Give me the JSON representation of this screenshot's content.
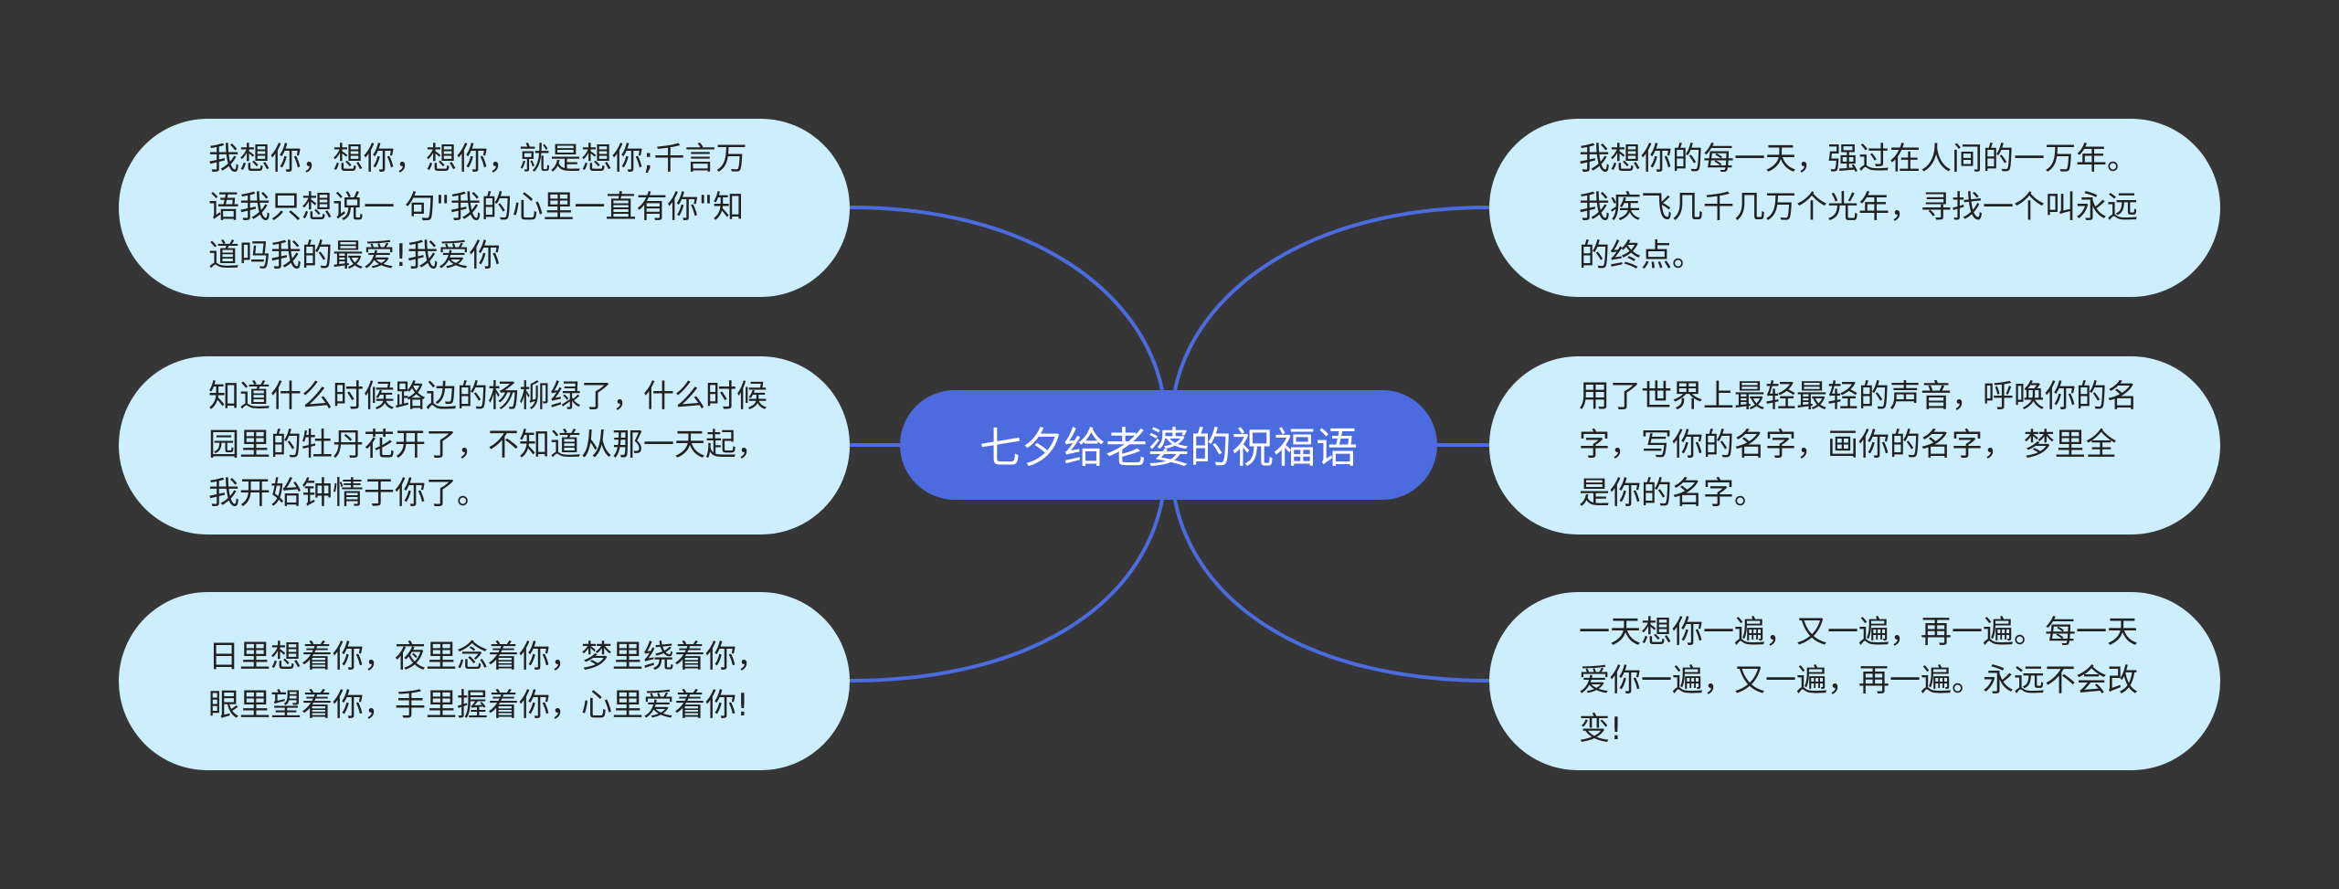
{
  "center": {
    "title": "七夕给老婆的祝福语"
  },
  "branches": {
    "left_top": "我想你，想你，想你，就是想你;千言万语我只想说一 句\"我的心里一直有你\"知道吗我的最爱!我爱你",
    "left_middle": "知道什么时候路边的杨柳绿了，什么时候园里的牡丹花开了，不知道从那一天起，我开始钟情于你了。",
    "left_bottom": "日里想着你，夜里念着你，梦里绕着你，眼里望着你，手里握着你，心里爱着你!",
    "right_top": "我想你的每一天，强过在人间的一万年。我疾飞几千几万个光年，寻找一个叫永远的终点。",
    "right_middle": "用了世界上最轻最轻的声音，呼唤你的名字，写你的名字，画你的名字， 梦里全是你的名字。",
    "right_bottom": "一天想你一遍，又一遍，再一遍。每一天爱你一遍，又一遍，再一遍。永远不会改变!"
  },
  "colors": {
    "background": "#373637",
    "center_fill": "#4b6bde",
    "node_fill": "#cdeefd",
    "connector": "#4b6bde"
  }
}
